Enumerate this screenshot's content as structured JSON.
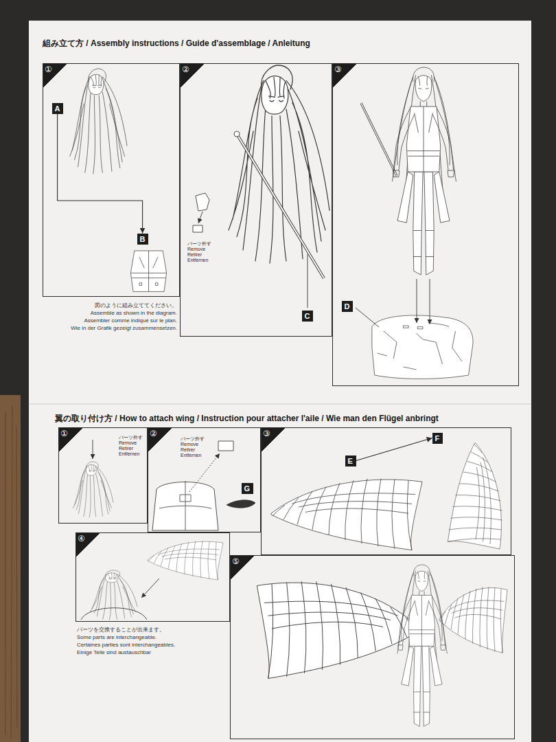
{
  "diagram": {
    "nodes": [
      {
        "text": [
          "①"
        ]
      },
      {
        "text": [
          "A"
        ],
        "in": 0
      },
      {
        "text": [
          "B"
        ],
        "in": 0
      },
      {
        "text": [
          "②"
        ]
      },
      {
        "text": [
          "C"
        ],
        "in": 3
      },
      {
        "text": [
          "③"
        ]
      },
      {
        "text": [
          "D"
        ],
        "in": 5
      },
      {
        "text": [
          "①"
        ]
      },
      {
        "text": [
          "②"
        ]
      },
      {
        "text": [
          "G"
        ],
        "in": 8
      },
      {
        "text": [
          "③"
        ]
      },
      {
        "text": [
          "E"
        ],
        "in": 10
      },
      {
        "text": [
          "F"
        ],
        "in": 10
      },
      {
        "text": [
          "④"
        ]
      },
      {
        "text": [
          "⑤"
        ]
      }
    ],
    "edges": [
      {
        "from": 1,
        "to": 2,
        "arrow": "to"
      },
      {
        "from": 11,
        "to": 12,
        "arrow": "to"
      }
    ],
    "labels": [
      "組み立て方 / Assembly instructions / Guide d'assemblage / Anleitung",
      "パーツ外す Remove Retirer Entfernen",
      "図のように組み立ててください。",
      "Assemble as shown in the diagram.",
      "Assembler comme indiqué sur le plan.",
      "Wie in der Grafik gezeigt zusammensetzen.",
      "翼の取り付け方 / How to attach wing / Instruction pour attacher l'aile / Wie man den Flügel anbringt",
      "パーツ外す Remove Retirer Entfernen",
      "パーツ外す Remove Retirer Entfernen",
      "パーツを交換することが出来ます。",
      "Some parts are interchangeable.",
      "Certaines parties sont interchangeables.",
      "Einige Teile sind austauschbar"
    ]
  }
}
